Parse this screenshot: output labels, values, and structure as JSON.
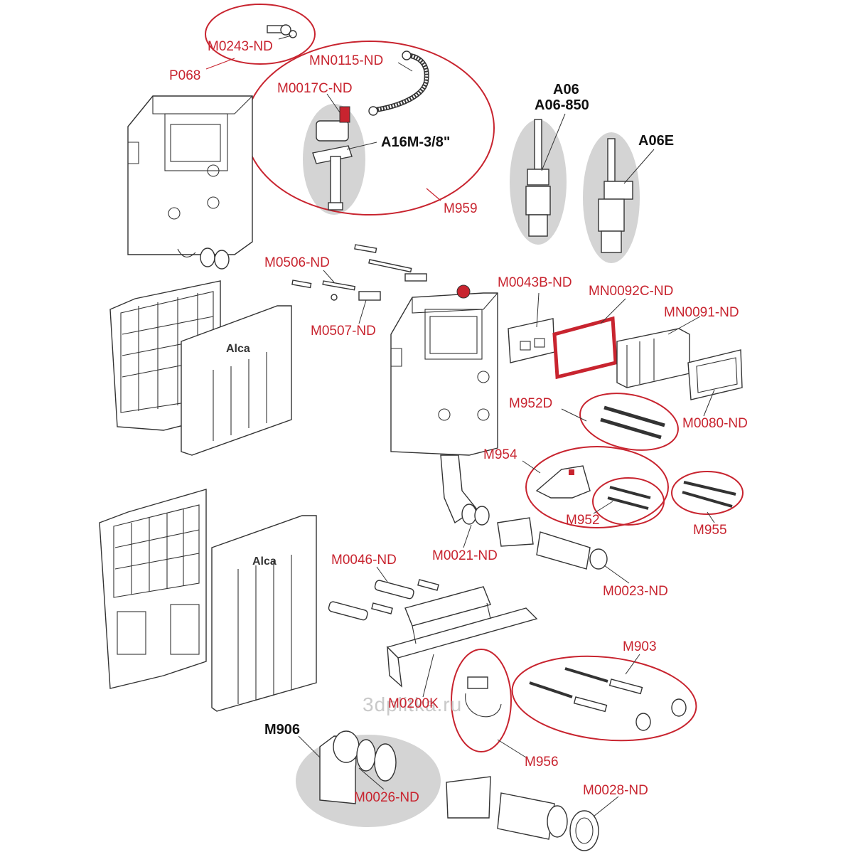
{
  "diagram": {
    "watermark": "3dplitka.ru",
    "brand_logo_text": "Alca",
    "colors": {
      "label_red": "#c8242f",
      "label_black": "#111111",
      "outline": "#333333",
      "bubble_gray": "#d4d4d4",
      "part_red": "#c8242f",
      "part_fill": "#ffffff"
    },
    "labels": {
      "p068": "P068",
      "m0243": "M0243-ND",
      "mn0115": "MN0115-ND",
      "m0017c": "M0017C-ND",
      "a16m": "A16M-3/8\"",
      "m959": "M959",
      "a06": "A06",
      "a06_850": "A06-850",
      "a06e": "A06E",
      "m0506": "M0506-ND",
      "m0507": "M0507-ND",
      "m0043b": "M0043B-ND",
      "mn0092c": "MN0092C-ND",
      "mn0091": "MN0091-ND",
      "m952d": "M952D",
      "m0080": "M0080-ND",
      "m954": "M954",
      "m952": "M952",
      "m955": "M955",
      "m0021": "M0021-ND",
      "m0023": "M0023-ND",
      "m0046": "M0046-ND",
      "m903": "M903",
      "m0200k": "M0200K",
      "m906": "M906",
      "m0026": "M0026-ND",
      "m956": "M956",
      "m0028": "M0028-ND"
    }
  }
}
